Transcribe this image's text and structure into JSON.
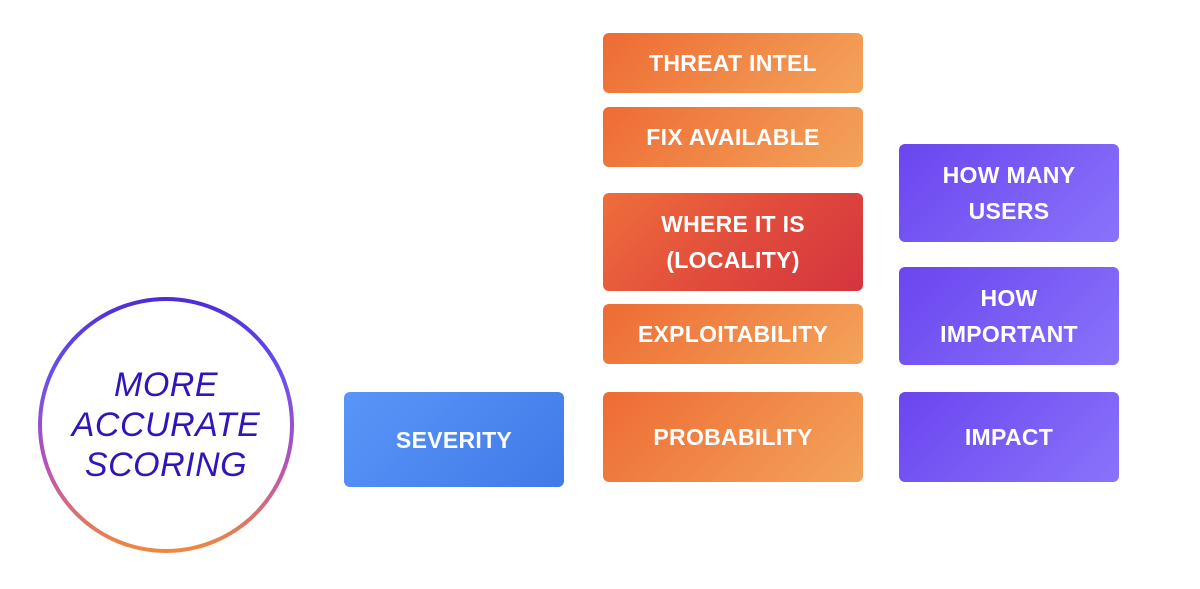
{
  "circle": {
    "lines": [
      "MORE",
      "ACCURATE",
      "SCORING"
    ],
    "text_color": "#2e16b8"
  },
  "severity": {
    "label": "SEVERITY",
    "color": "#4a86f0"
  },
  "probability": {
    "label": "PROBABILITY",
    "factors": [
      {
        "lines": [
          "THREAT INTEL"
        ]
      },
      {
        "lines": [
          "FIX AVAILABLE"
        ]
      },
      {
        "lines": [
          "WHERE IT IS",
          "(LOCALITY)"
        ]
      },
      {
        "lines": [
          "EXPLOITABILITY"
        ]
      }
    ],
    "color": "#f08a45",
    "highlight_color": "#e04a3c"
  },
  "impact": {
    "label": "IMPACT",
    "factors": [
      {
        "lines": [
          "HOW MANY",
          "USERS"
        ]
      },
      {
        "lines": [
          "HOW",
          "IMPORTANT"
        ]
      }
    ],
    "color": "#7a5cf5"
  }
}
